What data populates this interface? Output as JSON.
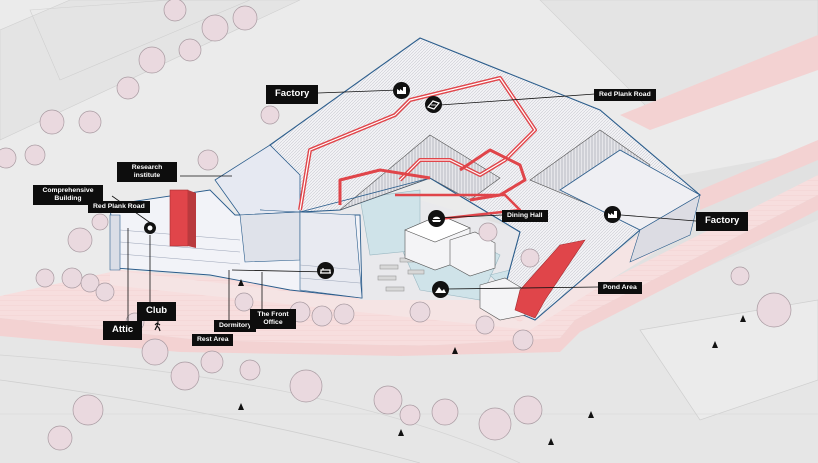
{
  "labels": {
    "factory_top": "Factory",
    "red_plank_road_top": "Red Plank Road",
    "research_institute": "Research institute",
    "comprehensive_building": "Comprehensive Building",
    "red_plank_road_left": "Red Plank Road",
    "dining_hall": "Dining Hall",
    "factory_right": "Factory",
    "pond_area": "Pond Area",
    "club": "Club",
    "attic": "Attic",
    "dormitory": "Dormitory",
    "front_office": "The Front Office",
    "rest_area": "Rest Area"
  },
  "icons": {
    "factory_top": "factory-icon",
    "red_plank_road_top": "road-icon",
    "factory_right": "factory-icon",
    "dining_hall": "dining-icon",
    "rest_area": "rest-icon",
    "pond_area": "pond-icon",
    "club": "club-icon",
    "walker": "pedestrian-icon"
  },
  "colors": {
    "background": "#ebebeb",
    "road": "#e2e2e2",
    "sidewalk_pink": "#f6d8d8",
    "red_plank_road": "#e0454a",
    "building_outline": "#2b5d8c",
    "tree_fill": "#ead9df",
    "water": "#cfe3e9",
    "label_bg": "#0d0d0d",
    "label_text": "#ffffff"
  }
}
